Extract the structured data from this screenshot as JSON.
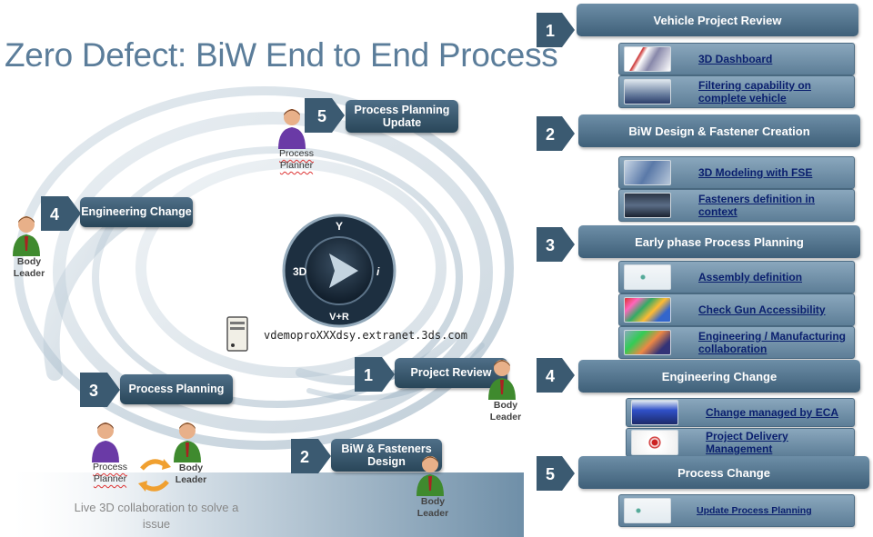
{
  "title": "Zero Defect: BiW End to End Process",
  "cycle": {
    "steps": [
      {
        "num": "1",
        "label": "Project Review"
      },
      {
        "num": "2",
        "label": "BiW & Fasteners Design"
      },
      {
        "num": "3",
        "label": "Process Planning"
      },
      {
        "num": "4",
        "label": "Engineering Change"
      },
      {
        "num": "5",
        "label": "Process Planning Update"
      }
    ],
    "roles": {
      "body_leader": "Body Leader",
      "process_planner": "Process Planner"
    },
    "compass": {
      "top": "Y",
      "left": "3D",
      "right": "i",
      "bottom": "V+R"
    },
    "server": "vdemoproXXXdsy.extranet.3ds.com",
    "caption": "Live 3D collaboration to solve a issue"
  },
  "panel": {
    "sections": [
      {
        "num": "1",
        "title": "Vehicle Project Review",
        "items": [
          "3D Dashboard",
          "Filtering capability on complete vehicle"
        ]
      },
      {
        "num": "2",
        "title": "BiW Design & Fastener Creation",
        "items": [
          "3D Modeling with FSE",
          "Fasteners definition in context"
        ]
      },
      {
        "num": "3",
        "title": "Early phase Process Planning",
        "items": [
          "Assembly definition",
          "Check Gun Accessibility",
          "Engineering / Manufacturing collaboration"
        ]
      },
      {
        "num": "4",
        "title": "Engineering Change",
        "items": [
          "Change managed by ECA",
          "Project Delivery Management"
        ]
      },
      {
        "num": "5",
        "title": "Process Change",
        "items": [
          "Update Process Planning"
        ]
      }
    ]
  },
  "colors": {
    "accent": "#3f6079",
    "title": "#5b7d9a",
    "link": "#0a1f6e"
  }
}
